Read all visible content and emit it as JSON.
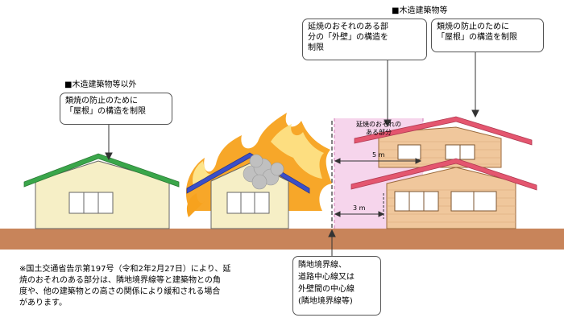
{
  "section_titles": {
    "non_wooden": "■木造建築物等以外",
    "wooden": "■木造建築物等"
  },
  "callouts": {
    "non_wooden_roof": [
      "類焼の防止のために",
      "「屋根」の構造を制限"
    ],
    "wooden_wall": [
      "延焼のおそれのある部",
      "分の「外壁」の構造を",
      "制限"
    ],
    "wooden_roof": [
      "類焼の防止のために",
      "「屋根」の構造を制限"
    ],
    "boundary": [
      "隣地境界線、",
      "道路中心線又は",
      "外壁間の中心線",
      "(隣地境界線等)"
    ]
  },
  "zone_label": [
    "延焼のおそれの",
    "ある部分"
  ],
  "distances": {
    "upper": "5 m",
    "lower": "3 m"
  },
  "footnote": [
    "※国土交通省告示第197号（令和2年2月27日）により、延",
    "焼のおそれのある部分は、隣地境界線等と建築物との角",
    "度や、他の建築物との高さの関係により緩和される場合",
    "があります。"
  ],
  "colors": {
    "ground": "#c8845a",
    "zone": "#f6d5ec",
    "zone_border": "#d27ab4",
    "roof_green": "#3aa64a",
    "roof_blue": "#3b4fc8",
    "roof_red": "#e4566f",
    "wall_cream": "#f6efc6",
    "wood_wall": "#f0c79c",
    "fire_outer": "#f7a21e",
    "fire_inner": "#fde48a",
    "smoke": "#c0c0c0"
  }
}
